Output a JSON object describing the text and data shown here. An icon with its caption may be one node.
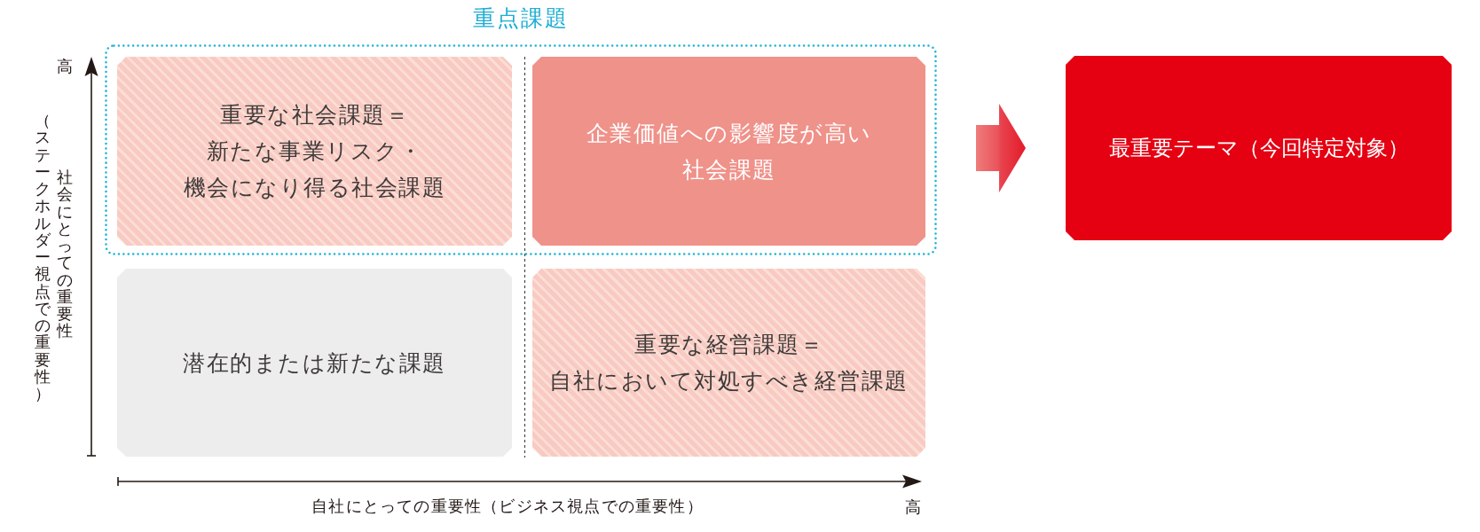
{
  "diagram": {
    "nodes": [
      {
        "text": [
          "重点課題"
        ]
      },
      {
        "text": [
          "重要な社会課題＝新たな事業リスク・機会になり得る社会課題"
        ],
        "in": 0
      },
      {
        "text": [
          "企業価値への影響度が高い社会課題"
        ],
        "in": 0
      },
      {
        "text": [
          "潜在的または新たな課題"
        ]
      },
      {
        "text": [
          "重要な経営課題＝自社において対処すべき経営課題"
        ]
      },
      {
        "text": [
          "最重要テーマ（今回特定対象）"
        ]
      }
    ],
    "edges": [
      {
        "from": 0,
        "to": 5,
        "arrow": "to"
      }
    ],
    "labels": [
      "高",
      "社会にとっての重要性",
      "（ステークホルダー視点での重要性）",
      "自社にとっての重要性（ビジネス視点での重要性）",
      "高"
    ]
  }
}
